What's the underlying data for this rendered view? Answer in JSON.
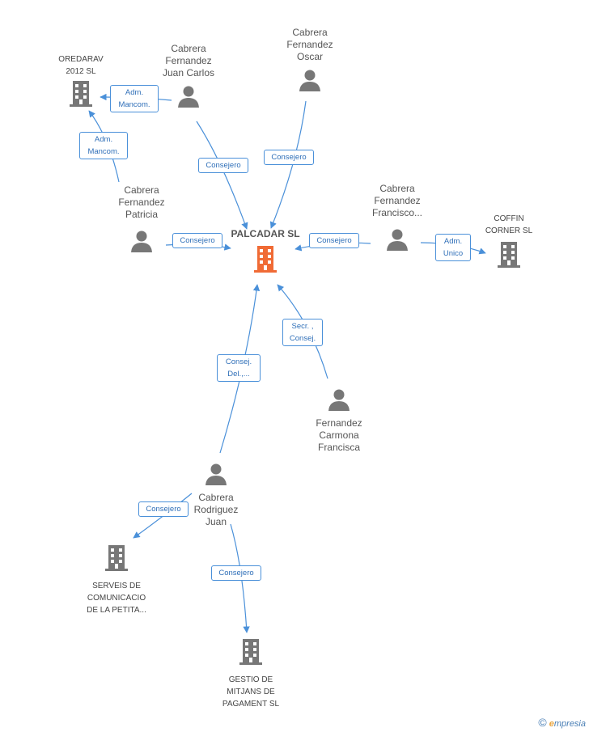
{
  "colors": {
    "edge": "#4a90d9",
    "main": "#f06b35",
    "node": "#777777"
  },
  "main_company": {
    "name": "PALCADAR SL"
  },
  "nodes": {
    "oredarav": "OREDARAV\n2012 SL",
    "juan_carlos": "Cabrera\nFernandez\nJuan Carlos",
    "oscar": "Cabrera\nFernandez\nOscar",
    "patricia": "Cabrera\nFernandez\nPatricia",
    "francisco": "Cabrera\nFernandez\nFrancisco...",
    "coffin": "COFFIN\nCORNER SL",
    "francisca": "Fernandez\nCarmona\nFrancisca",
    "juan": "Cabrera\nRodriguez\nJuan",
    "serveis": "SERVEIS DE\nCOMUNICACIO\nDE LA PETITA...",
    "gestio": "GESTIO DE\nMITJANS DE\nPAGAMENT SL"
  },
  "relations": {
    "jc_oredarav": "Adm.\nMancom.",
    "patricia_oredarav": "Adm.\nMancom.",
    "jc_main": "Consejero",
    "oscar_main": "Consejero",
    "patricia_main": "Consejero",
    "francisco_main": "Consejero",
    "francisco_coffin": "Adm.\nUnico",
    "francisca_main": "Secr. ,\nConsej.",
    "juan_main": "Consej.\nDel.,...",
    "juan_serveis": "Consejero",
    "juan_gestio": "Consejero"
  },
  "footer": {
    "copyright": "©",
    "brand_e": "e",
    "brand_rest": "mpresia"
  }
}
